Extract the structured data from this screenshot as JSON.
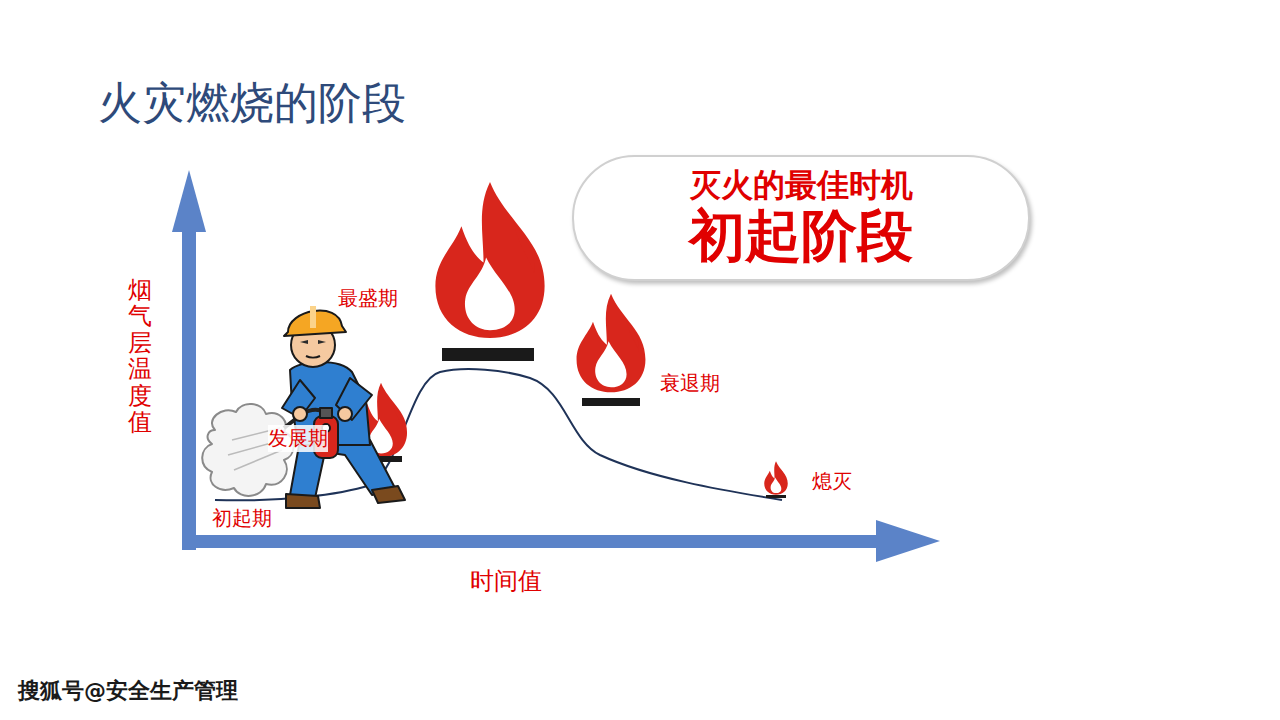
{
  "diagram": {
    "title": "火灾燃烧的阶段",
    "nodes": [
      {
        "text": [
          "灭火的最佳时机",
          "初起阶段"
        ]
      }
    ],
    "labels": [
      "烟气层温度值",
      "最盛期",
      "衰退期",
      "熄灭",
      "初起期",
      "发展期",
      "时间值",
      "搜狐号@安全生产管理"
    ]
  }
}
